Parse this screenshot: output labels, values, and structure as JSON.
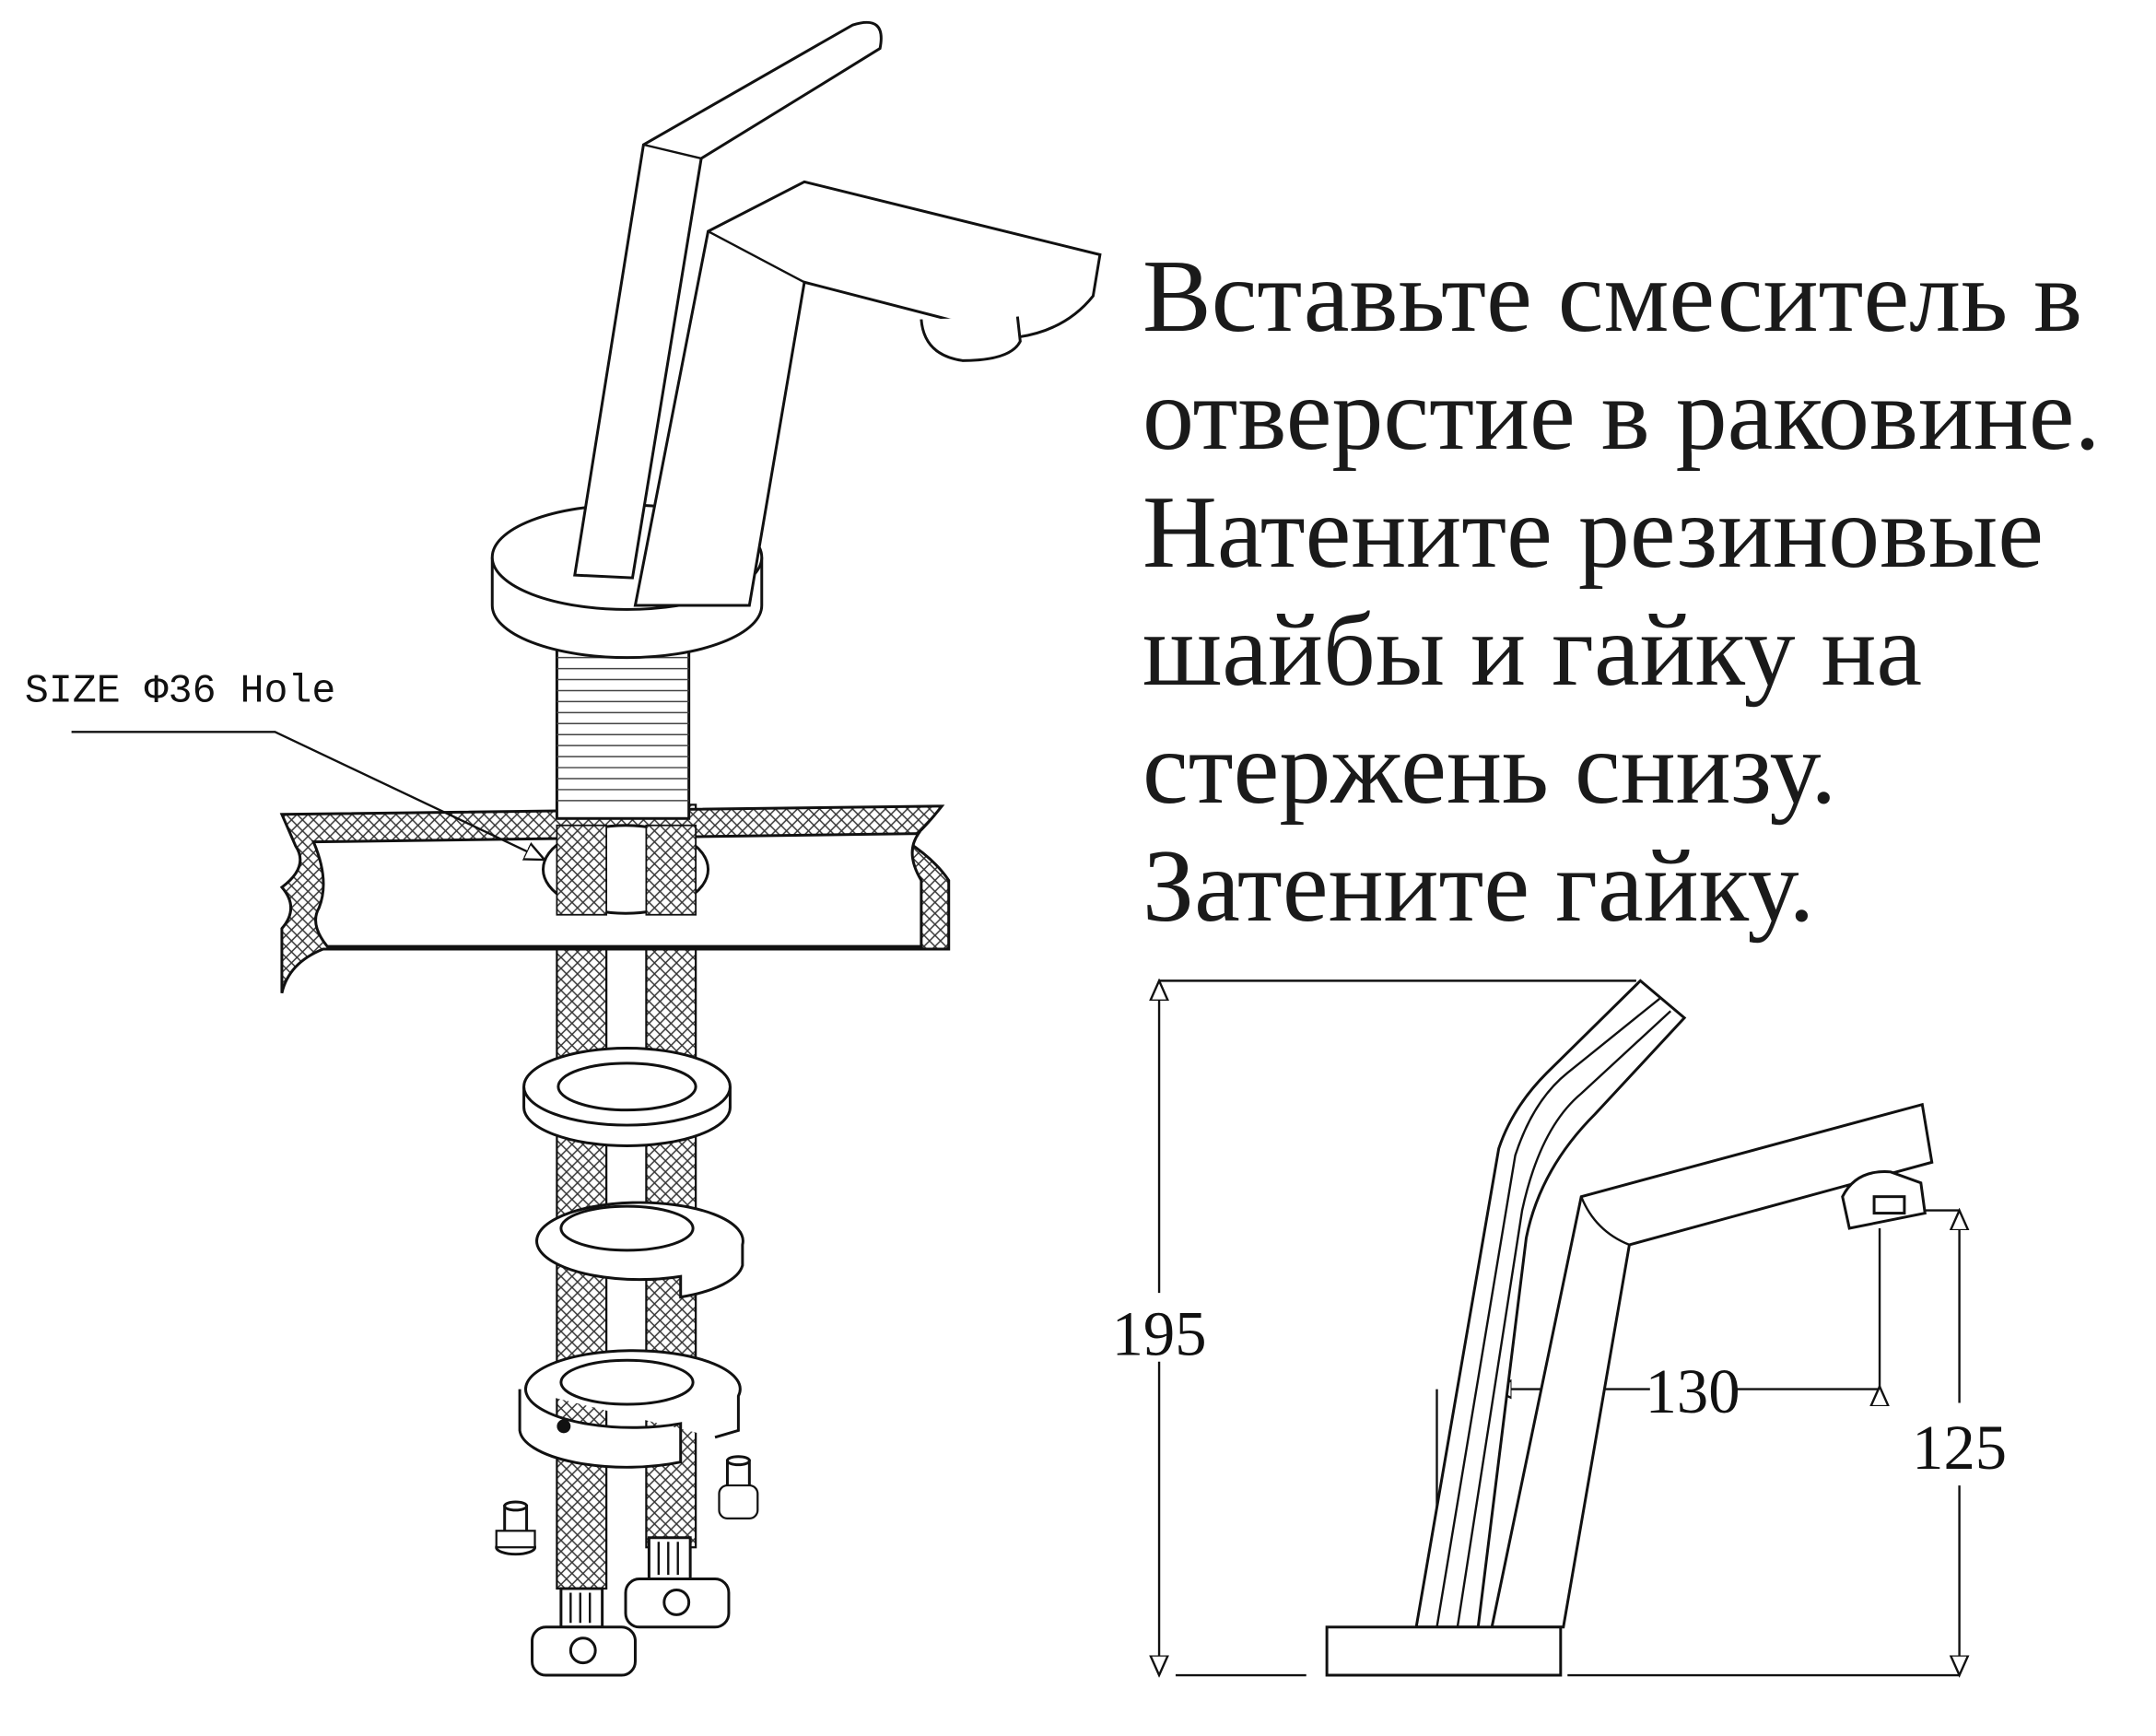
{
  "instructions": {
    "lines": [
      "Вставьте смеситель в",
      "отверстие в раковине.",
      "Натените резиновые",
      "шайбы и гайку на",
      "стержень снизу.",
      "Затените гайку."
    ]
  },
  "callout": {
    "hole_label": "SIZE Φ36 Hole"
  },
  "dimensions": {
    "total_height": "195",
    "spout_reach": "130",
    "spout_height": "125"
  }
}
